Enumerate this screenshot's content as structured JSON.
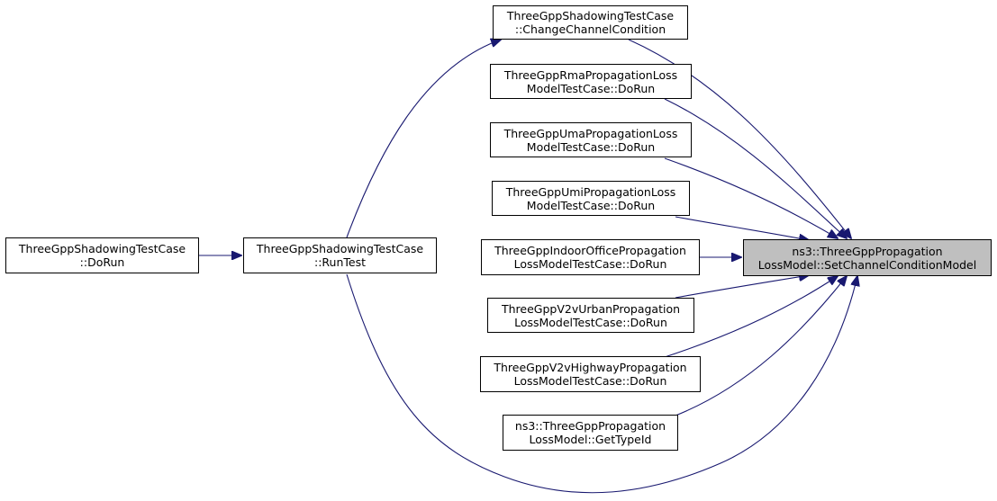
{
  "colors": {
    "edge": "#191970",
    "node_border": "#000000",
    "target_fill": "#bfbfbf",
    "node_fill": "#ffffff"
  },
  "nodes": {
    "target": {
      "line1": "ns3::ThreeGppPropagation",
      "line2": "LossModel::SetChannelConditionModel"
    },
    "change_channel": {
      "line1": "ThreeGppShadowingTestCase",
      "line2": "::ChangeChannelCondition"
    },
    "rma": {
      "line1": "ThreeGppRmaPropagationLoss",
      "line2": "ModelTestCase::DoRun"
    },
    "uma": {
      "line1": "ThreeGppUmaPropagationLoss",
      "line2": "ModelTestCase::DoRun"
    },
    "umi": {
      "line1": "ThreeGppUmiPropagationLoss",
      "line2": "ModelTestCase::DoRun"
    },
    "indoor": {
      "line1": "ThreeGppIndoorOfficePropagation",
      "line2": "LossModelTestCase::DoRun"
    },
    "v2v_urban": {
      "line1": "ThreeGppV2vUrbanPropagation",
      "line2": "LossModelTestCase::DoRun"
    },
    "v2v_highway": {
      "line1": "ThreeGppV2vHighwayPropagation",
      "line2": "LossModelTestCase::DoRun"
    },
    "get_type_id": {
      "line1": "ns3::ThreeGppPropagation",
      "line2": "LossModel::GetTypeId"
    },
    "run_test": {
      "line1": "ThreeGppShadowingTestCase",
      "line2": "::RunTest"
    },
    "shadow_dorun": {
      "line1": "ThreeGppShadowingTestCase",
      "line2": "::DoRun"
    }
  }
}
